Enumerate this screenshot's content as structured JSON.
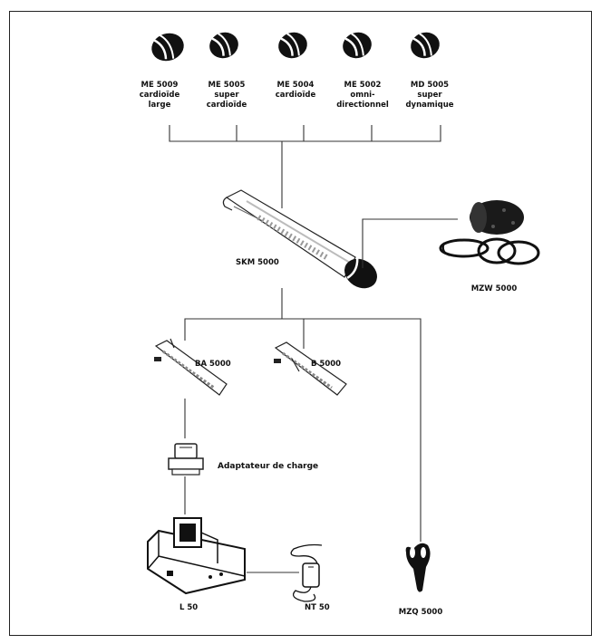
{
  "capsules": [
    {
      "line1": "ME 5009",
      "line2": "cardioïde",
      "line3": "large"
    },
    {
      "line1": "ME 5005",
      "line2": "super",
      "line3": "cardioïde"
    },
    {
      "line1": "ME 5004",
      "line2": "cardioïde",
      "line3": ""
    },
    {
      "line1": "ME 5002",
      "line2": "omni-",
      "line3": "directionnel"
    },
    {
      "line1": "MD 5005",
      "line2": "super",
      "line3": "dynamique"
    }
  ],
  "handheld": {
    "label": "SKM 5000"
  },
  "windscreen": {
    "label": "MZW 5000"
  },
  "battery_pack": {
    "label": "BA 5000"
  },
  "battery_tray": {
    "label": "B 5000"
  },
  "charge_adapter": {
    "label": "Adaptateur de charge"
  },
  "charger": {
    "label": "L 50"
  },
  "power_supply": {
    "label": "NT 50"
  },
  "clamp": {
    "label": "MZQ 5000"
  }
}
